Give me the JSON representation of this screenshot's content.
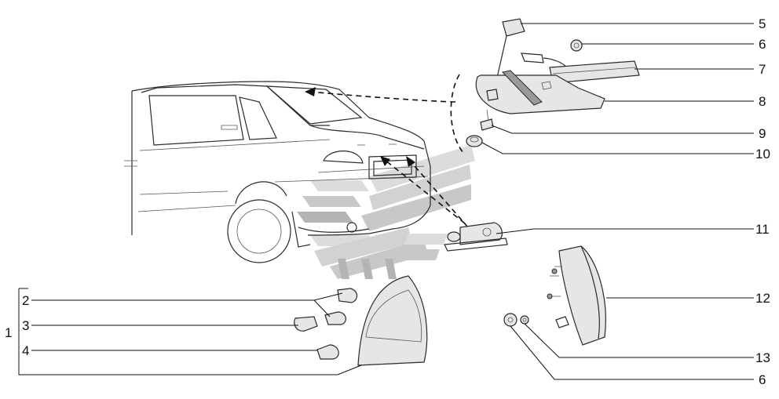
{
  "callouts": {
    "c1": "1",
    "c2": "2",
    "c3": "3",
    "c4": "4",
    "c5": "5",
    "c6a": "6",
    "c7": "7",
    "c8": "8",
    "c9": "9",
    "c10": "10",
    "c11": "11",
    "c12": "12",
    "c13": "13",
    "c6b": "6"
  },
  "colors": {
    "watermark_light": "#dcdcdc",
    "watermark_mid": "#c8c8c8",
    "watermark_dark": "#b4b4b4",
    "line": "#111111"
  }
}
